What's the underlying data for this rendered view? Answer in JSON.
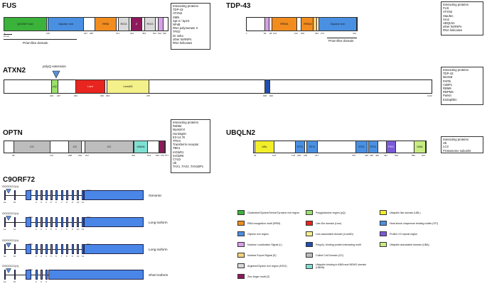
{
  "titles": {
    "fus": "FUS",
    "tdp43": "TDP-43",
    "atxn2": "ATXN2",
    "optn": "OPTN",
    "ubqln2": "UBQLN2",
    "c9orf72": "C9ORF72"
  },
  "fus": {
    "domains": {
      "qgsy": "Q/G/S/Y rich",
      "gly": "Glycine rich",
      "rrm": "RRM",
      "rgg1": "RGG",
      "z": "Z",
      "rgg2": "RGG"
    },
    "ticks": [
      "1",
      "165",
      "267",
      "285",
      "371",
      "422",
      "453",
      "501",
      "510",
      "526"
    ],
    "scale": "10 aa",
    "prion": "Prion-like domain",
    "box_title": "Interacting proteins:",
    "partners": [
      "TDP-43",
      "ATXN2",
      "SMN",
      "Spt-4 / Spt-5",
      "NFκB",
      "RNA polymerase II",
      "TFIID",
      "Dr osha",
      "other hnRNPs",
      "RNA helicases"
    ]
  },
  "tdp43": {
    "domains": {
      "rrm1": "RRM1",
      "rrm2": "RRM2",
      "gly": "Glycine rich"
    },
    "ticks": [
      "1",
      "82",
      "98",
      "104",
      "191",
      "200",
      "262",
      "274",
      "414"
    ],
    "prion": "Prion-like domain",
    "box_title": "Interacting proteins:",
    "partners": [
      "FUS",
      "ATXN2",
      "Staufen",
      "Xrn2",
      "UBQLN1",
      "other hnRNPs",
      "RNA helicases"
    ]
  },
  "atxn2": {
    "polyq": "polyQ extension",
    "domains": {
      "pq": "pQ",
      "lsm": "Lsm",
      "lsmad": "LsmAD"
    },
    "ticks": [
      "166",
      "187",
      "254",
      "345",
      "353",
      "475",
      "908",
      "925",
      "1313"
    ],
    "box_title": "Interacting proteins:",
    "partners": [
      "TDP-43",
      "Me31B",
      "PAPB",
      "A2BP1",
      "RBM9",
      "RBPMS",
      "Parkin",
      "Endophilin"
    ]
  },
  "optn": {
    "domains": {
      "cc1": "CC",
      "cc2": "CC",
      "cc3": "CC",
      "uban": "UBAN"
    },
    "ticks": [
      "38",
      "170",
      "298",
      "210",
      "247",
      "454",
      "514",
      "553",
      "575",
      "577"
    ],
    "box_title": "Interacting proteins:",
    "partners": [
      "Rab8a",
      "MyosinVI",
      "Huntingtin",
      "E3-14.7K",
      "TFIIIA",
      "Transferrin receptor",
      "TBK1",
      "mGluR1",
      "mGluR5",
      "CYLD",
      "Ub",
      "TAX1 ,TAX2 ,TAX1BP1"
    ]
  },
  "ubqln2": {
    "domains": {
      "ubl": "UBL",
      "sti1": "STI1",
      "sti2": "STI1",
      "sti3": "STI1",
      "sti4": "STI1",
      "pxx": "PXX",
      "uba": "UBA"
    },
    "ticks": [
      "33",
      "103",
      "178",
      "208",
      "248",
      "247",
      "379",
      "426",
      "430",
      "462",
      "491",
      "526",
      "582",
      "624"
    ],
    "box_title": "Interacting proteins:",
    "partners": [
      "Ub",
      "LC3",
      "Proteasome subunits"
    ]
  },
  "c9orf72": {
    "repeat": "GGGGCC(n)",
    "atg": "ATG",
    "taa": "TAA",
    "exons": [
      "1a",
      "1b",
      "2",
      "3",
      "4",
      "5",
      "6",
      "7",
      "8",
      "9",
      "10",
      "11"
    ],
    "isoforms": [
      "Genomic",
      "Long isoform",
      "Long isoform",
      "Short isoform"
    ]
  },
  "legend": [
    {
      "label": "Glutamine/Glycine/Serine/Tyrosine rich region",
      "color": "#3bb33b"
    },
    {
      "label": "RNA recognition motif (RRM)",
      "color": "#f28c1e"
    },
    {
      "label": "Glycine rich region",
      "color": "#4a90e2"
    },
    {
      "label": "Nuclear Localization Signal (L)",
      "color": "#d7a0e8"
    },
    {
      "label": "Nuclear Export Signal (E)",
      "color": "#f7d27a"
    },
    {
      "label": "Arginine/Glycine rich region (RGG)",
      "color": "#d9d9d9"
    },
    {
      "label": "Zinc finger motif (Z)",
      "color": "#8e1a5c"
    },
    {
      "label": "Polyglutamine region (pQ)",
      "color": "#9be06b"
    },
    {
      "label": "Like-Sm domain (Lsm)",
      "color": "#e8251f"
    },
    {
      "label": "Lsm associated domain (LsmAD)",
      "color": "#f4f08a"
    },
    {
      "label": "Poly(A)- binding protein interacting motif",
      "color": "#1f4fb3"
    },
    {
      "label": "Coiled Coil Domain (CC)",
      "color": "#bdbdbd"
    },
    {
      "label": "Ubiquitin binding in ABIN and NEMO domain (UBAN)",
      "color": "#7fe0d2"
    },
    {
      "label": "Ubiquitin like domain (UBL)",
      "color": "#f2ee2a"
    },
    {
      "label": "Heat shock chaperone binding motifs (STI)",
      "color": "#4a90e2"
    },
    {
      "label": "Proline XX repeat region",
      "color": "#7a5ad8"
    },
    {
      "label": "Ubiquitin associated domain (UBA)",
      "color": "#c8ec82"
    }
  ]
}
